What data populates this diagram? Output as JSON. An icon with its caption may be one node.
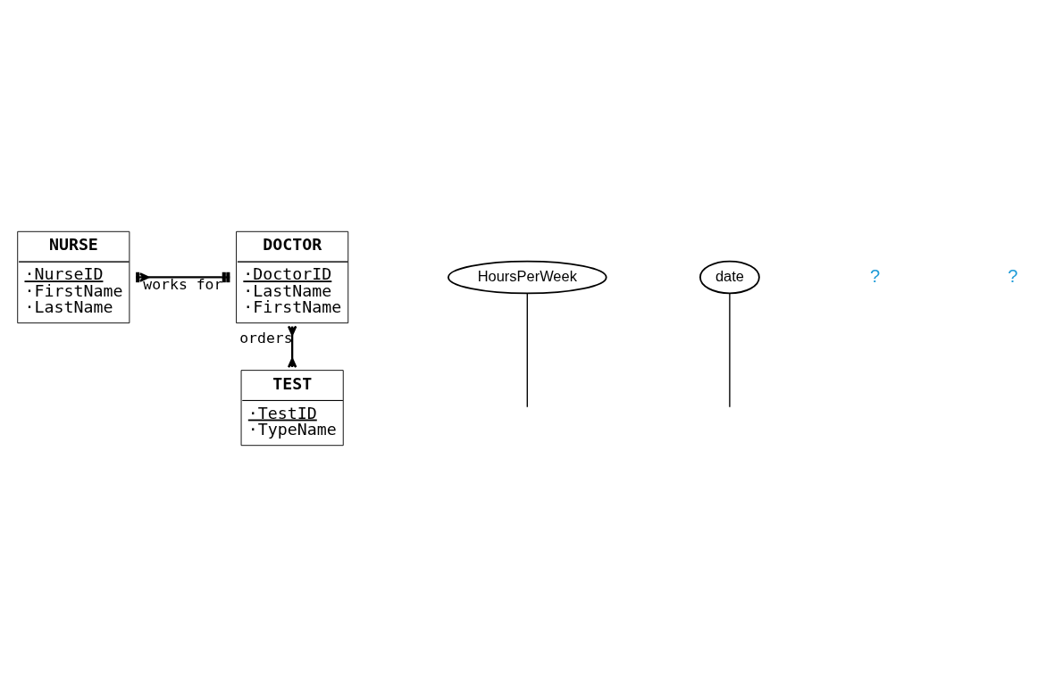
{
  "diagram": {
    "nodes": [
      {
        "text": [
          "NURSE",
          "·NurseID",
          "·FirstName",
          "·LastName"
        ]
      },
      {
        "text": [
          "DOCTOR",
          "·DoctorID",
          "·LastName",
          "·FirstName"
        ]
      },
      {
        "text": [
          "HoursPerWeek"
        ]
      },
      {
        "text": [
          "date"
        ]
      },
      {
        "text": [
          "TEST",
          "·TestID",
          "·TypeName"
        ]
      }
    ],
    "edges": [
      {
        "from": 0,
        "to": 1,
        "arrow": "other",
        "label": "works for"
      },
      {
        "from": 2,
        "to": null,
        "arrow": "none"
      },
      {
        "from": 1,
        "to": 4,
        "arrow": "other",
        "label": "orders"
      },
      {
        "from": 3,
        "to": null,
        "arrow": "none"
      }
    ],
    "labels": [
      "?",
      "?"
    ]
  }
}
